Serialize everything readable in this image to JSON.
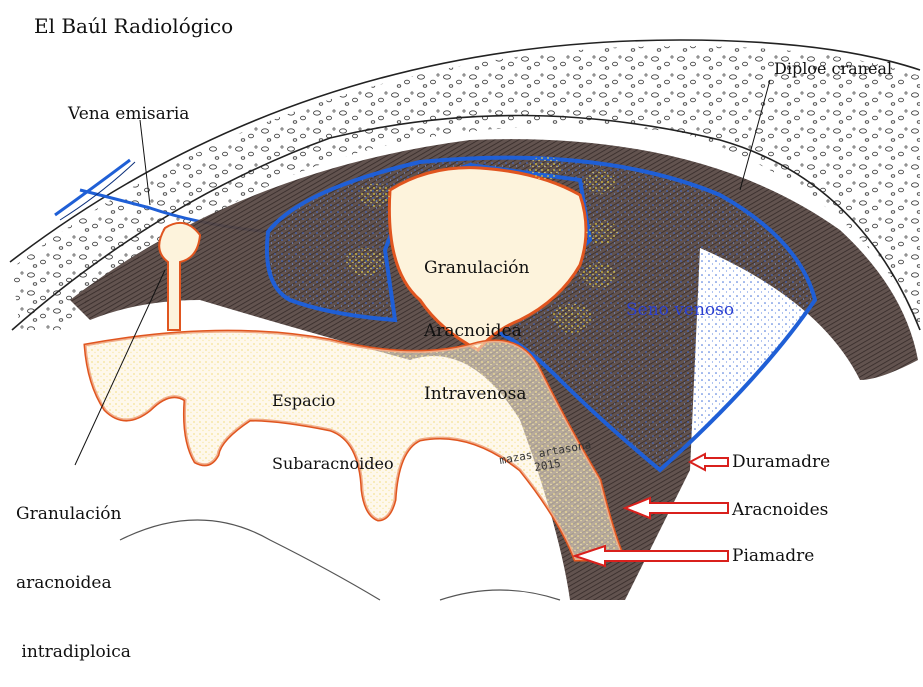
{
  "title": "El Baúl Radiológico",
  "labels": {
    "diploe": "Diploe craneal",
    "vena_emisaria": "Vena emisaria",
    "granulacion_intravenosa": [
      "Granulación",
      "Aracnoidea",
      "Intravenosa"
    ],
    "seno_venoso": "Seno venoso",
    "espacio_subaracnoideo": [
      "Espacio",
      "Subaracnoideo"
    ],
    "granulacion_intradiploica": [
      "Granulación",
      "aracnoidea",
      " intradiploica"
    ],
    "duramadre": "Duramadre",
    "aracnoides": "Aracnoides",
    "piamadre": "Piamadre"
  },
  "signature": [
    "mazas artasona",
    "2015"
  ],
  "colors": {
    "bone_outline": "#333333",
    "dura": "#4a3b38",
    "sinus_blue": "#1f5fd6",
    "arachnoid_orange": "#e0551f",
    "csf_fill": "#fdf3dc",
    "granulation_yellow": "#f2ec7a",
    "arrow_red": "#d9201c",
    "seno_text": "#2a3fd1"
  }
}
